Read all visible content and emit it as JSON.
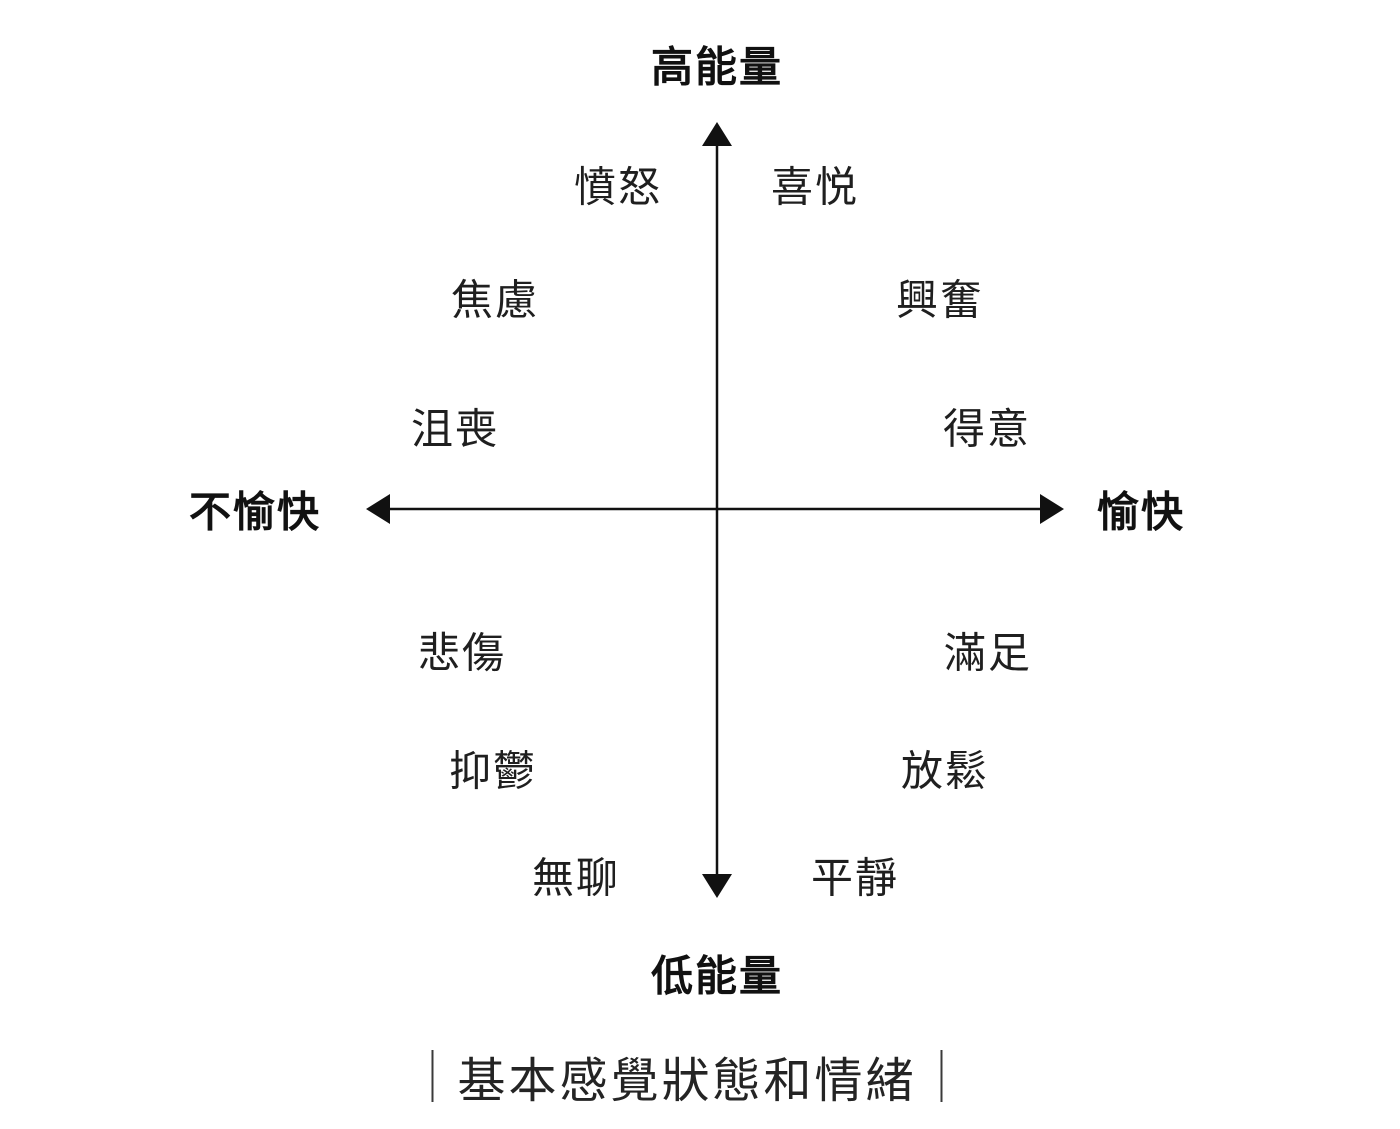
{
  "diagram": {
    "axes": {
      "vertical_top_label": "高能量",
      "vertical_bottom_label": "低能量",
      "horizontal_left_label": "不愉快",
      "horizontal_right_label": "愉快"
    },
    "quadrants": {
      "top_left": {
        "position": "high-energy-unpleasant",
        "items": [
          "憤怒",
          "焦慮",
          "沮喪"
        ]
      },
      "top_right": {
        "position": "high-energy-pleasant",
        "items": [
          "喜悦",
          "興奮",
          "得意"
        ]
      },
      "bottom_left": {
        "position": "low-energy-unpleasant",
        "items": [
          "悲傷",
          "抑鬱",
          "無聊"
        ]
      },
      "bottom_right": {
        "position": "low-energy-pleasant",
        "items": [
          "滿足",
          "放鬆",
          "平靜"
        ]
      }
    },
    "caption": "基本感覺狀態和情緒",
    "colors": {
      "ink": "#111111",
      "background": "#ffffff"
    }
  }
}
